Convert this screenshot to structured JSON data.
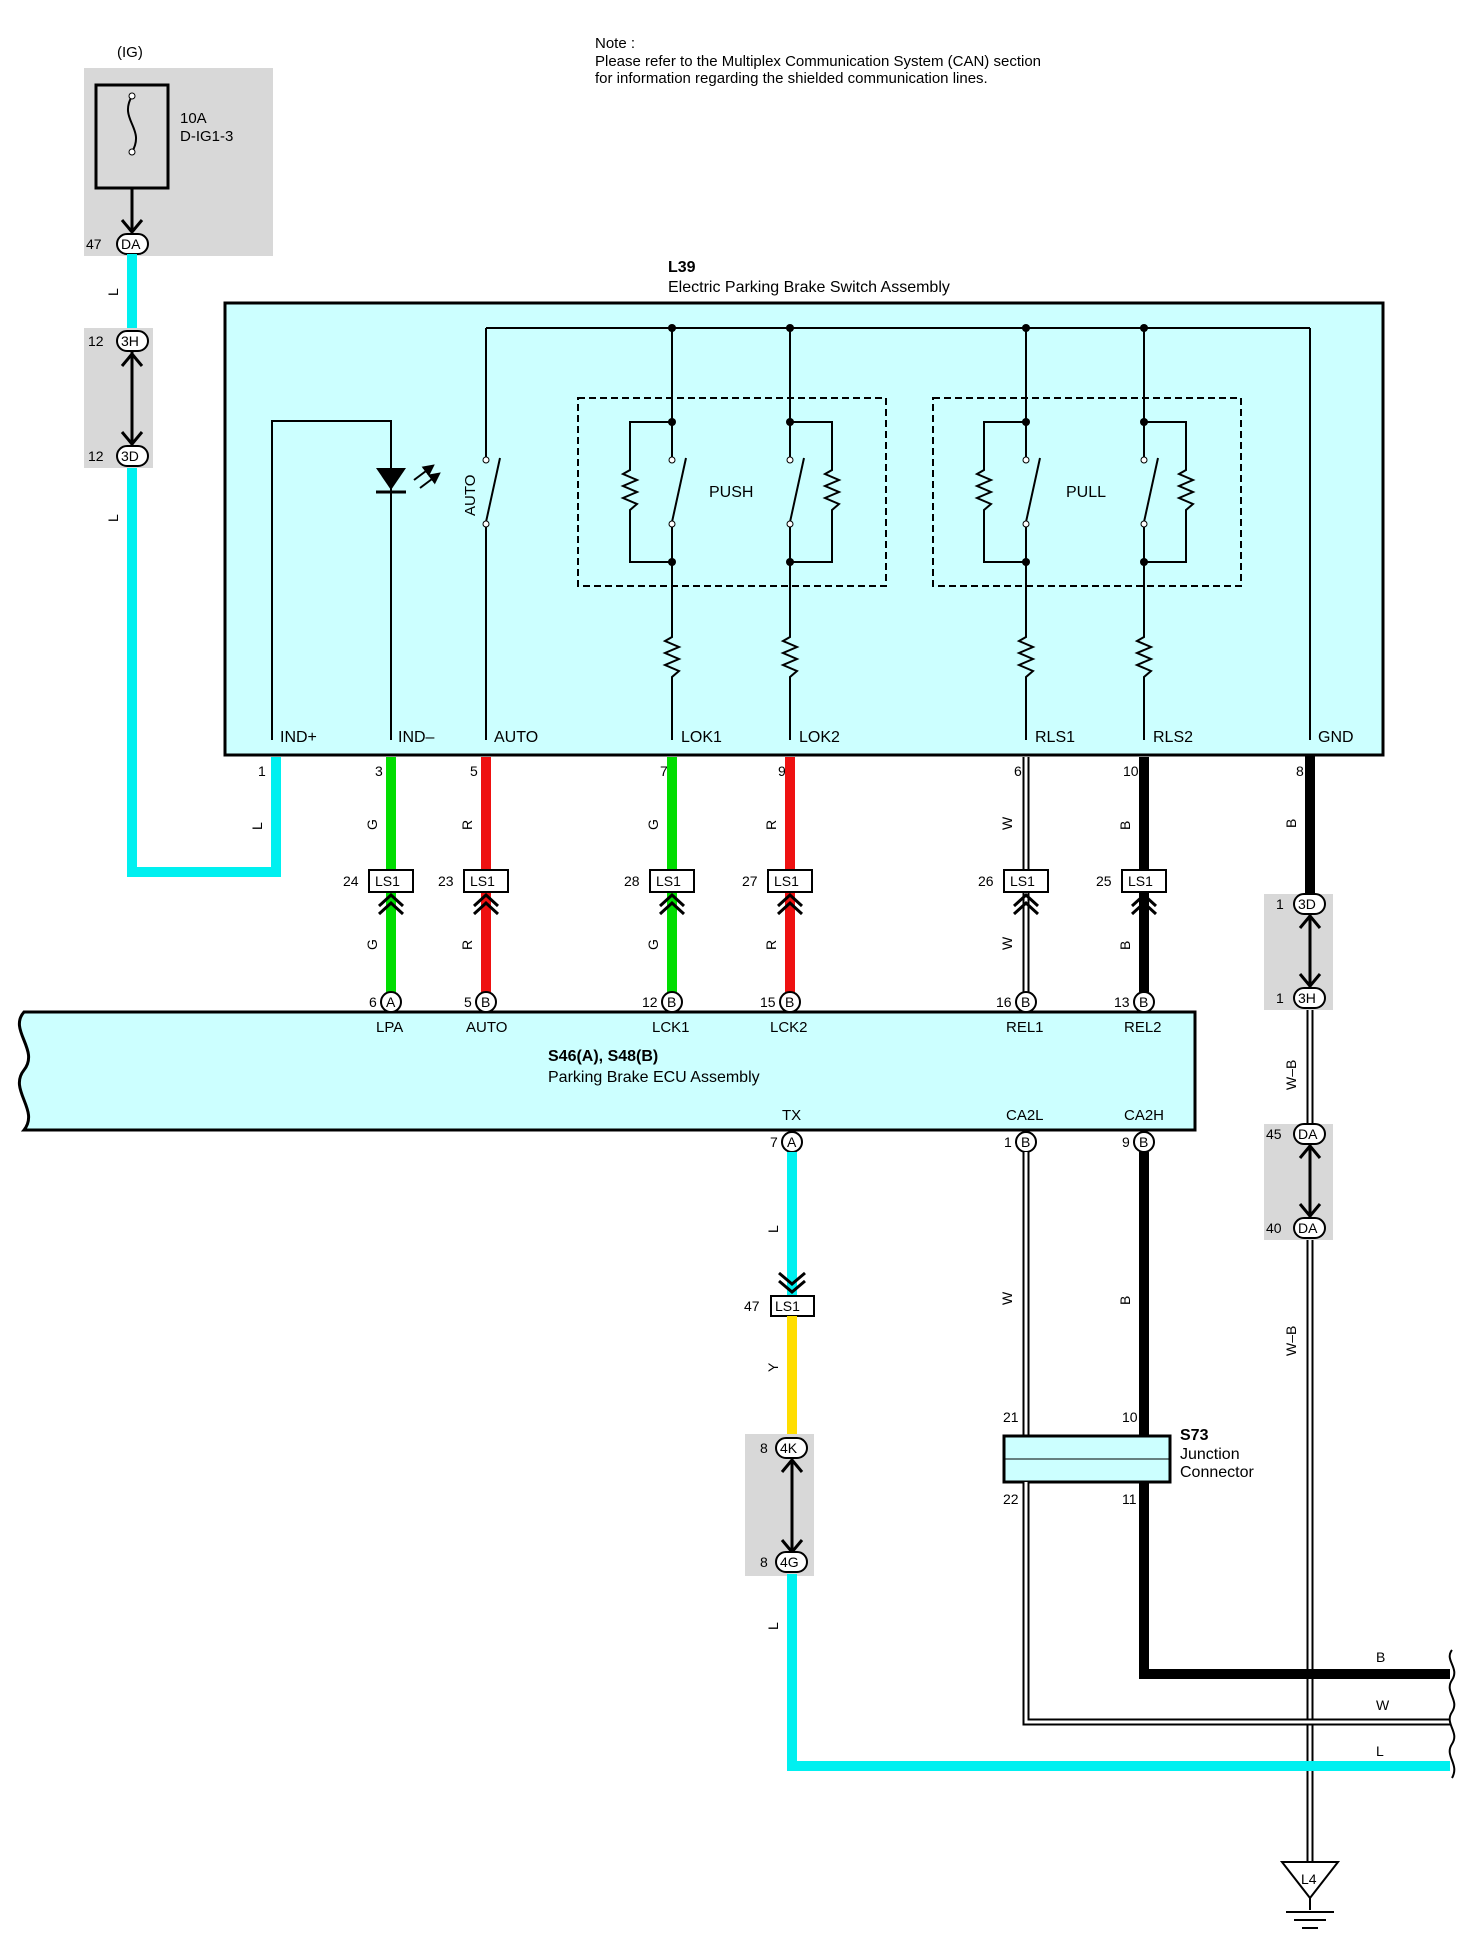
{
  "note": {
    "title": "Note :",
    "line1": "Please refer to the Multiplex Communication System (CAN) section",
    "line2": "for information regarding the shielded communication lines."
  },
  "fuse": {
    "ig": "(IG)",
    "rating": "10A",
    "name": "D-IG1-3"
  },
  "switch_assembly": {
    "code": "L39",
    "name": "Electric Parking Brake Switch Assembly",
    "push": "PUSH",
    "pull": "PULL",
    "auto_switch": "AUTO",
    "pins": {
      "ind_plus": "IND+",
      "ind_minus": "IND–",
      "auto": "AUTO",
      "lok1": "LOK1",
      "lok2": "LOK2",
      "rls1": "RLS1",
      "rls2": "RLS2",
      "gnd": "GND"
    },
    "pin_numbers": {
      "ind_plus": "1",
      "ind_minus": "3",
      "auto": "5",
      "lok1": "7",
      "lok2": "9",
      "rls1": "6",
      "rls2": "10",
      "gnd": "8"
    }
  },
  "ecu": {
    "code": "S46(A), S48(B)",
    "name": "Parking Brake ECU Assembly",
    "top_terminals": [
      {
        "num": "6",
        "conn": "A",
        "label": "LPA"
      },
      {
        "num": "5",
        "conn": "B",
        "label": "AUTO"
      },
      {
        "num": "12",
        "conn": "B",
        "label": "LCK1"
      },
      {
        "num": "15",
        "conn": "B",
        "label": "LCK2"
      },
      {
        "num": "16",
        "conn": "B",
        "label": "REL1"
      },
      {
        "num": "13",
        "conn": "B",
        "label": "REL2"
      }
    ],
    "bottom_terminals": [
      {
        "num": "7",
        "conn": "A",
        "label": "TX"
      },
      {
        "num": "1",
        "conn": "B",
        "label": "CA2L"
      },
      {
        "num": "9",
        "conn": "B",
        "label": "CA2H"
      }
    ]
  },
  "ls1": {
    "label": "LS1",
    "pins": [
      "24",
      "23",
      "28",
      "27",
      "26",
      "25"
    ],
    "tx_pin": "47"
  },
  "wire_colors": {
    "L": "L",
    "G": "G",
    "R": "R",
    "W": "W",
    "B": "B",
    "Y": "Y",
    "WB": "W–B"
  },
  "colors": {
    "L": "#00f0f0",
    "G": "#00dd00",
    "R": "#ee1111",
    "W": "#ffffff",
    "B": "#000000",
    "Y": "#ffdd00",
    "box_fill": "#ccffff",
    "gray": "#d8d8d8"
  },
  "connectors": {
    "da47": {
      "num": "47",
      "code": "DA"
    },
    "h3_left": {
      "num": "12",
      "code": "3H"
    },
    "d3_left": {
      "num": "12",
      "code": "3D"
    },
    "d3_right": {
      "num": "1",
      "code": "3D"
    },
    "h3_right": {
      "num": "1",
      "code": "3H"
    },
    "da45": {
      "num": "45",
      "code": "DA"
    },
    "da40": {
      "num": "40",
      "code": "DA"
    },
    "k4": {
      "num": "8",
      "code": "4K"
    },
    "g4": {
      "num": "8",
      "code": "4G"
    }
  },
  "junction": {
    "code": "S73",
    "name1": "Junction",
    "name2": "Connector",
    "pins": {
      "p21": "21",
      "p10": "10",
      "p22": "22",
      "p11": "11"
    }
  },
  "ground": {
    "code": "L4"
  }
}
